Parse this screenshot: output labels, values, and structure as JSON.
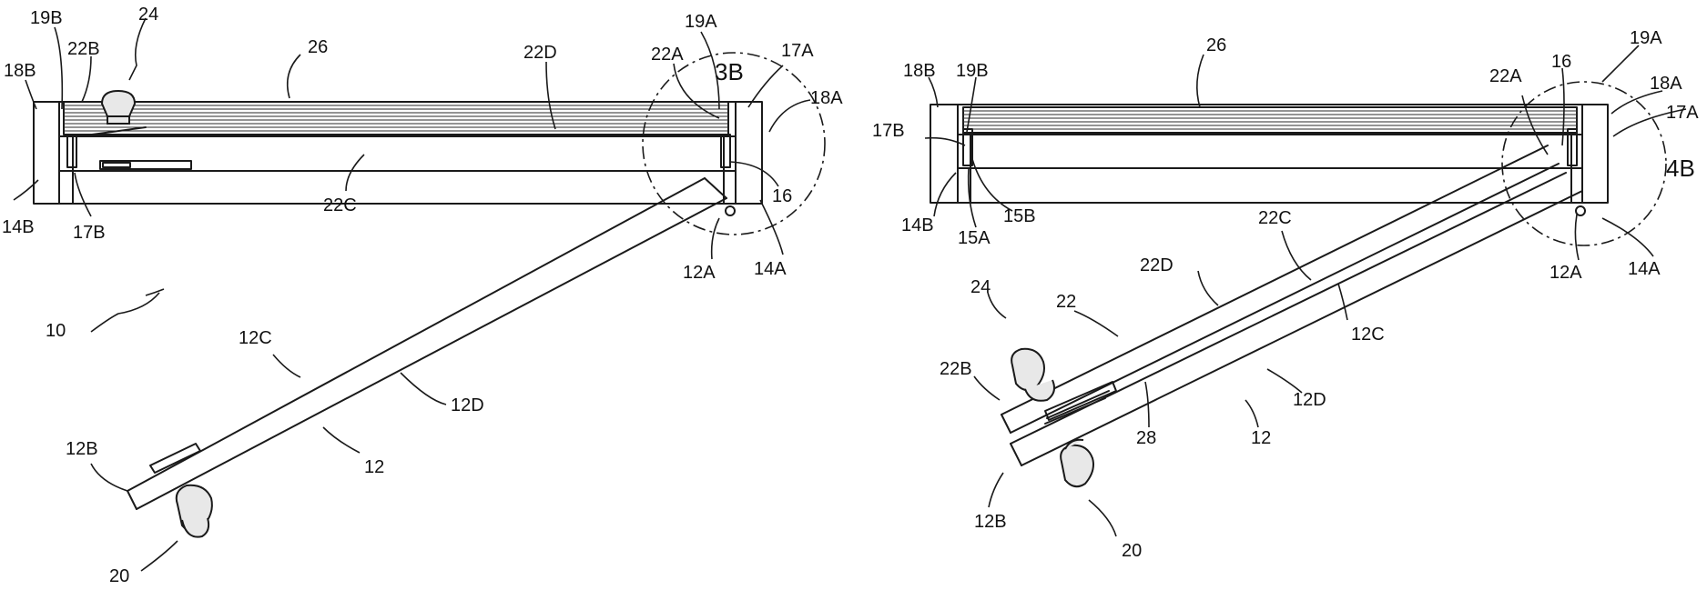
{
  "figure_left": {
    "labels": [
      {
        "id": "l-19B",
        "text": "19B"
      },
      {
        "id": "l-24",
        "text": "24"
      },
      {
        "id": "l-26",
        "text": "26"
      },
      {
        "id": "l-22B",
        "text": "22B"
      },
      {
        "id": "l-18B",
        "text": "18B"
      },
      {
        "id": "l-22D",
        "text": "22D"
      },
      {
        "id": "l-22A",
        "text": "22A"
      },
      {
        "id": "l-19A",
        "text": "19A"
      },
      {
        "id": "l-3B",
        "text": "3B"
      },
      {
        "id": "l-17A",
        "text": "17A"
      },
      {
        "id": "l-18A",
        "text": "18A"
      },
      {
        "id": "l-16",
        "text": "16"
      },
      {
        "id": "l-14B",
        "text": "14B"
      },
      {
        "id": "l-17B",
        "text": "17B"
      },
      {
        "id": "l-22C",
        "text": "22C"
      },
      {
        "id": "l-12A",
        "text": "12A"
      },
      {
        "id": "l-14A",
        "text": "14A"
      },
      {
        "id": "l-10",
        "text": "10"
      },
      {
        "id": "l-12C",
        "text": "12C"
      },
      {
        "id": "l-12D",
        "text": "12D"
      },
      {
        "id": "l-12B",
        "text": "12B"
      },
      {
        "id": "l-12",
        "text": "12"
      },
      {
        "id": "l-20",
        "text": "20"
      }
    ]
  },
  "figure_right": {
    "labels": [
      {
        "id": "r-26",
        "text": "26"
      },
      {
        "id": "r-18B",
        "text": "18B"
      },
      {
        "id": "r-19B",
        "text": "19B"
      },
      {
        "id": "r-22A",
        "text": "22A"
      },
      {
        "id": "r-16",
        "text": "16"
      },
      {
        "id": "r-19A",
        "text": "19A"
      },
      {
        "id": "r-18A",
        "text": "18A"
      },
      {
        "id": "r-17A",
        "text": "17A"
      },
      {
        "id": "r-17B",
        "text": "17B"
      },
      {
        "id": "r-4B",
        "text": "4B"
      },
      {
        "id": "r-14B",
        "text": "14B"
      },
      {
        "id": "r-15A",
        "text": "15A"
      },
      {
        "id": "r-15B",
        "text": "15B"
      },
      {
        "id": "r-22C-top",
        "text": "22C"
      },
      {
        "id": "r-12A",
        "text": "12A"
      },
      {
        "id": "r-14A",
        "text": "14A"
      },
      {
        "id": "r-22D",
        "text": "22D"
      },
      {
        "id": "r-24",
        "text": "24"
      },
      {
        "id": "r-22",
        "text": "22"
      },
      {
        "id": "r-12C",
        "text": "12C"
      },
      {
        "id": "r-22B",
        "text": "22B"
      },
      {
        "id": "r-12D",
        "text": "12D"
      },
      {
        "id": "r-28",
        "text": "28"
      },
      {
        "id": "r-12",
        "text": "12"
      },
      {
        "id": "r-12B",
        "text": "12B"
      },
      {
        "id": "r-20",
        "text": "20"
      }
    ]
  }
}
